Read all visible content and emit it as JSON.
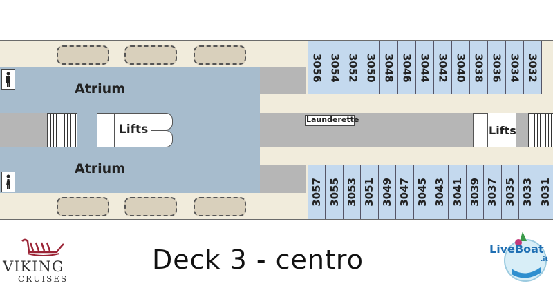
{
  "atrium_top": "Atrium",
  "atrium_bottom": "Atrium",
  "lifts_left": "Lifts",
  "lifts_right": "Lifts",
  "launderette": "Launderette",
  "cabins_top": [
    "3056",
    "3054",
    "3052",
    "3050",
    "3048",
    "3046",
    "3044",
    "3042",
    "3040",
    "3038",
    "3036",
    "3034",
    "3032"
  ],
  "cabins_bottom": [
    "3057",
    "3055",
    "3053",
    "3051",
    "3049",
    "3047",
    "3045",
    "3043",
    "3041",
    "3039",
    "3037",
    "3035",
    "3033",
    "3031"
  ],
  "title": "Deck 3 - centro",
  "logo_left": {
    "brand": "VIKING",
    "sub": "CRUISES"
  },
  "logo_right": {
    "brand": "LiveBoat",
    "suffix": ".it"
  },
  "colors": {
    "atrium": "#a7bccd",
    "cabin": "#c4d9ee",
    "deck": "#f1ecdc",
    "logo_red": "#9b2335",
    "liveboat_blue": "#1f6fb3"
  }
}
